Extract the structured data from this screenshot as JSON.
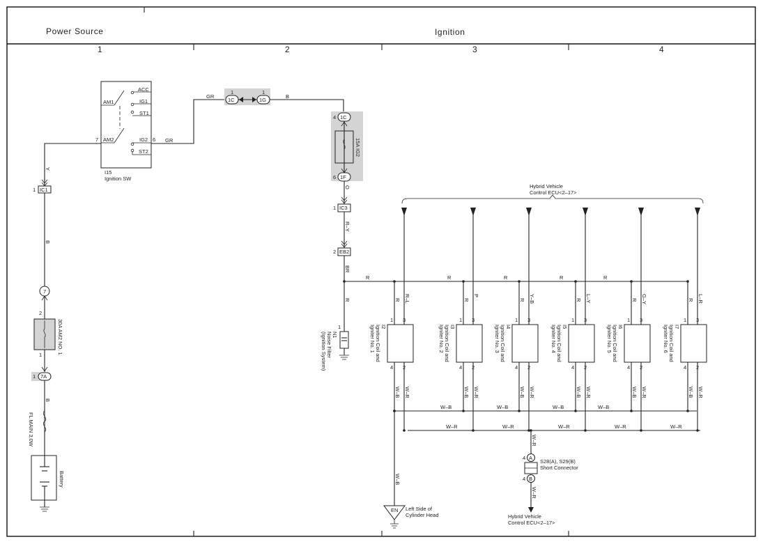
{
  "header": {
    "left_title": "Power Source",
    "right_title": "Ignition",
    "columns": [
      "1",
      "2",
      "3",
      "4"
    ]
  },
  "ignition_switch": {
    "id": "I15",
    "name": "Ignition SW",
    "terminals": [
      "ACC",
      "IG1",
      "ST1",
      "IG2",
      "ST2",
      "AM1",
      "AM2"
    ],
    "pin_am2": "7",
    "pin_ig2": "6"
  },
  "wires": {
    "gr": "GR",
    "b": "B",
    "y": "Y",
    "o": "O",
    "r_y": "R–Y",
    "br": "BR",
    "r": "R",
    "w_b": "W–B",
    "w_r": "W–R",
    "r_l": "R–L",
    "p": "P",
    "y_b": "Y–B",
    "l_y": "L–Y",
    "g_y": "G–Y",
    "l_r": "L–R"
  },
  "connectors": {
    "c1c": "1C",
    "c1g": "1G",
    "c1c_pin": "1",
    "c1g_pin": "1",
    "fuse_in": "1C",
    "fuse_in_pin": "4",
    "fuse_out": "1F",
    "fuse_out_pin": "6",
    "ic1": "IC1",
    "ic1_pin": "1",
    "ic3": "IC3",
    "ic3_pin": "1",
    "eb2": "EB2",
    "eb2_pin": "2",
    "j7": "7",
    "j7a": "7A",
    "j7a_pin": "1",
    "am2_pin_top": "2",
    "am2_pin_bot": "1"
  },
  "fuses": {
    "ig2": "15A IG2",
    "am2": "30A AM2 NO. 1",
    "main": "FL MAIN 3.0W"
  },
  "battery": "Battery",
  "noise_filter": {
    "id": "N1",
    "name": "Noise Filter",
    "sub": "(Ignition System)",
    "pin": "1"
  },
  "hybrid_top": {
    "line1": "Hybrid Vehicle",
    "line2": "Control ECU<2–17>"
  },
  "hybrid_bottom": {
    "line1": "Hybrid Vehicle",
    "line2": "Control ECU<2–17>"
  },
  "coils": [
    {
      "id": "I2",
      "name": "Ignition Coil and",
      "name2": "Igniter No. 1",
      "p1": "1",
      "p3": "3",
      "p4": "4",
      "p2": "2"
    },
    {
      "id": "I3",
      "name": "Ignition Coil and",
      "name2": "Igniter No. 2",
      "p1": "1",
      "p3": "3",
      "p4": "4",
      "p2": "2"
    },
    {
      "id": "I4",
      "name": "Ignition Coil and",
      "name2": "Igniter No. 3",
      "p1": "1",
      "p3": "3",
      "p4": "4",
      "p2": "2"
    },
    {
      "id": "I5",
      "name": "Ignition Coil and",
      "name2": "Igniter No. 4",
      "p1": "1",
      "p3": "3",
      "p4": "4",
      "p2": "2"
    },
    {
      "id": "I6",
      "name": "Ignition Coil and",
      "name2": "Igniter No. 5",
      "p1": "1",
      "p3": "3",
      "p4": "4",
      "p2": "2"
    },
    {
      "id": "I7",
      "name": "Ignition Coil and",
      "name2": "Igniter No. 6",
      "p1": "1",
      "p3": "3",
      "p4": "4",
      "p2": "2"
    }
  ],
  "short_connector": {
    "a": "A",
    "b": "B",
    "pin_a": "4",
    "pin_b": "4",
    "name": "S28(A), S29(B)",
    "name2": "Short Connector"
  },
  "ground": {
    "id": "EN",
    "line1": "Left Side of",
    "line2": "Cylinder Head"
  }
}
